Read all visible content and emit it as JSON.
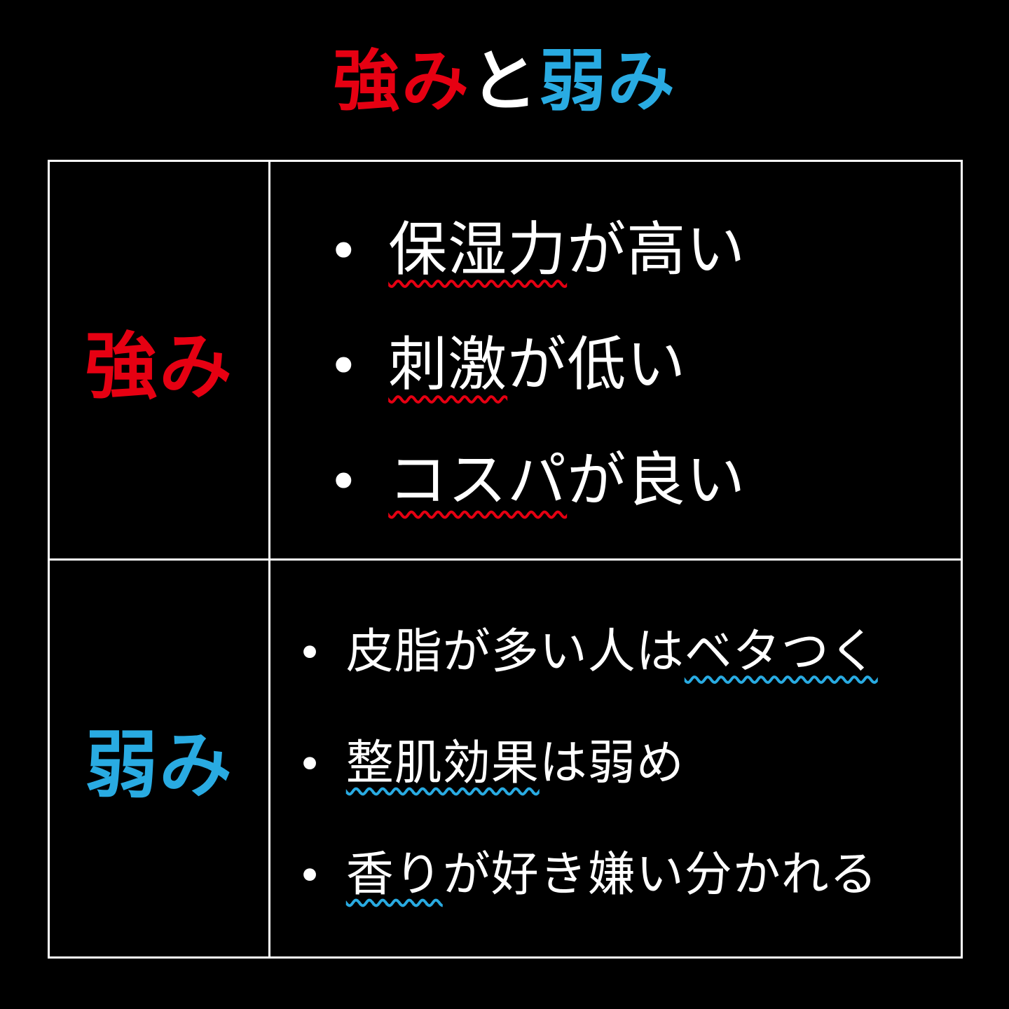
{
  "page": {
    "background_color": "#000000",
    "border_color": "#ffffff",
    "text_color": "#ffffff"
  },
  "title": {
    "segments": [
      {
        "text": "強み",
        "color": "#e60012"
      },
      {
        "text": "と",
        "color": "#ffffff"
      },
      {
        "text": "弱み",
        "color": "#29abe2"
      }
    ]
  },
  "table": {
    "bullet": "•",
    "rows": [
      {
        "label": "強み",
        "accent_color": "#e60012",
        "items": [
          {
            "segments": [
              {
                "text": "保湿力",
                "underline": true
              },
              {
                "text": "が高い",
                "underline": false
              }
            ]
          },
          {
            "segments": [
              {
                "text": "刺激",
                "underline": true
              },
              {
                "text": "が低い",
                "underline": false
              }
            ]
          },
          {
            "segments": [
              {
                "text": "コスパ",
                "underline": true
              },
              {
                "text": "が良い",
                "underline": false
              }
            ]
          }
        ]
      },
      {
        "label": "弱み",
        "accent_color": "#29abe2",
        "items": [
          {
            "segments": [
              {
                "text": "皮脂が多い人は",
                "underline": false
              },
              {
                "text": "ベタつく",
                "underline": true
              }
            ]
          },
          {
            "segments": [
              {
                "text": "整肌効果",
                "underline": true
              },
              {
                "text": "は弱め",
                "underline": false
              }
            ]
          },
          {
            "segments": [
              {
                "text": "香り",
                "underline": true
              },
              {
                "text": "が好き嫌い分かれる",
                "underline": false
              }
            ]
          }
        ]
      }
    ]
  }
}
